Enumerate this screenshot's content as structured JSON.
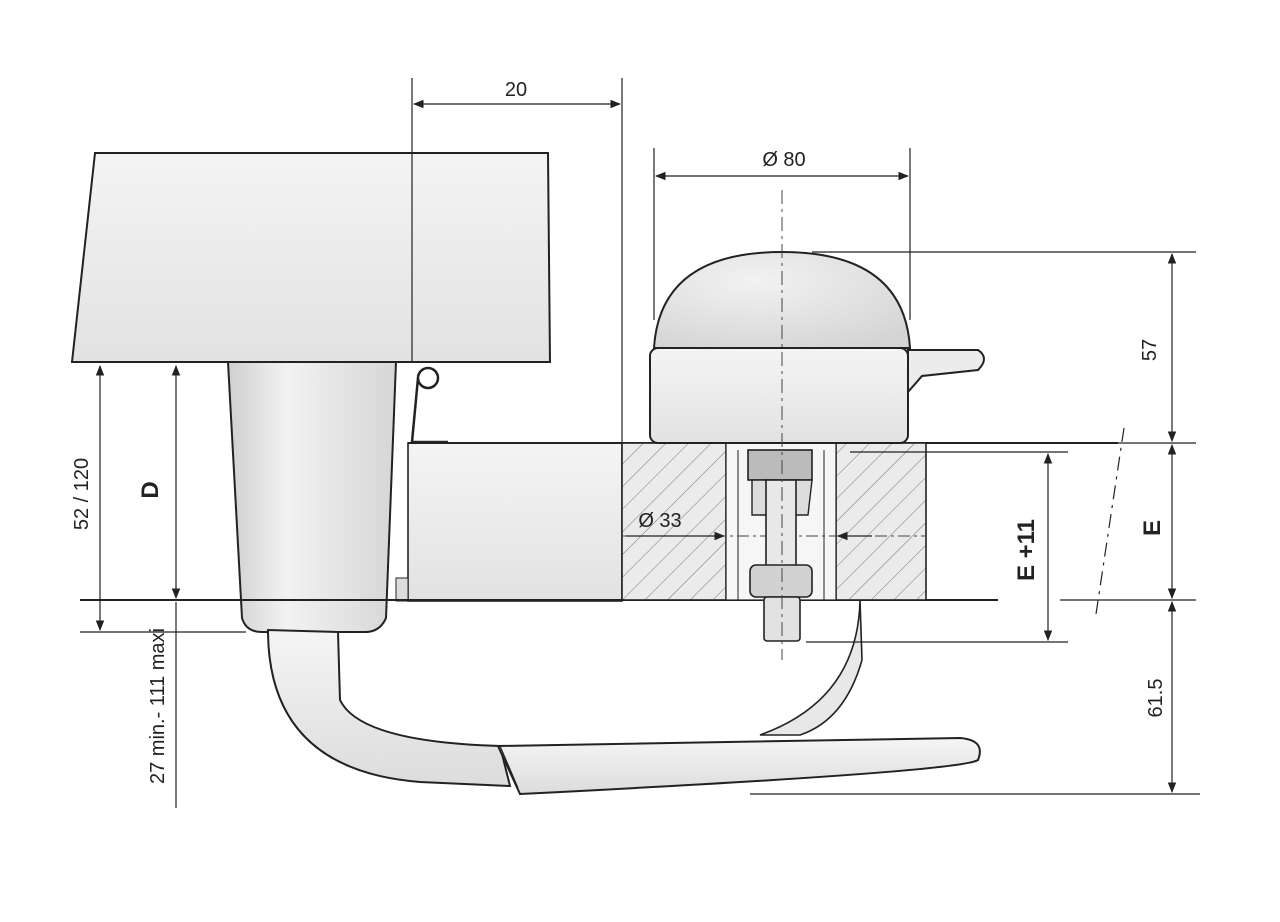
{
  "dimensions": {
    "offset_20": "20",
    "diameter_80": "Ø 80",
    "height_57": "57",
    "d_label": "D",
    "range_52_120": "52 / 120",
    "diameter_33": "Ø 33",
    "e_plus_11": "E  +11",
    "e_label": "E",
    "depth_61_5": "61.5",
    "range_27_111": "27 min.- 111 maxi"
  }
}
